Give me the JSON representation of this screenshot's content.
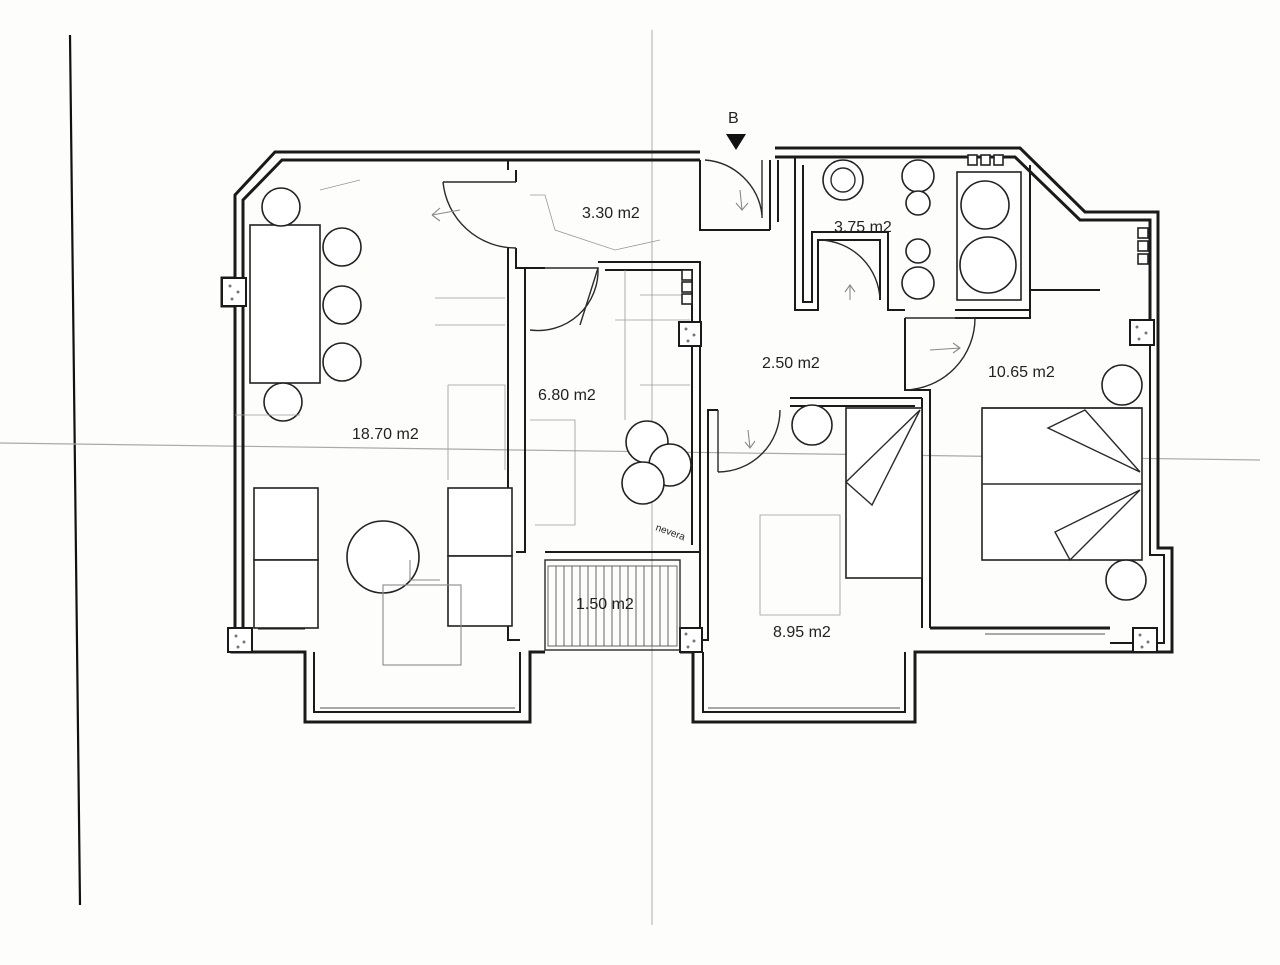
{
  "plan": {
    "entrance_marker": "B",
    "rooms": [
      {
        "id": "living",
        "area": "18.70 m2"
      },
      {
        "id": "entry-hall",
        "area": "3.30 m2"
      },
      {
        "id": "bathroom",
        "area": "3.75 m2"
      },
      {
        "id": "hallway",
        "area": "2.50 m2"
      },
      {
        "id": "kitchen",
        "area": "6.80 m2"
      },
      {
        "id": "bedroom-main",
        "area": "10.65 m2"
      },
      {
        "id": "laundry-balcony",
        "area": "1.50 m2"
      },
      {
        "id": "bedroom-second",
        "area": "8.95 m2"
      }
    ],
    "handwritten_note": "nevera"
  },
  "colors": {
    "ink": "#1a1a1a",
    "paper": "#fdfdfb",
    "pencil": "#8a8a8a"
  }
}
